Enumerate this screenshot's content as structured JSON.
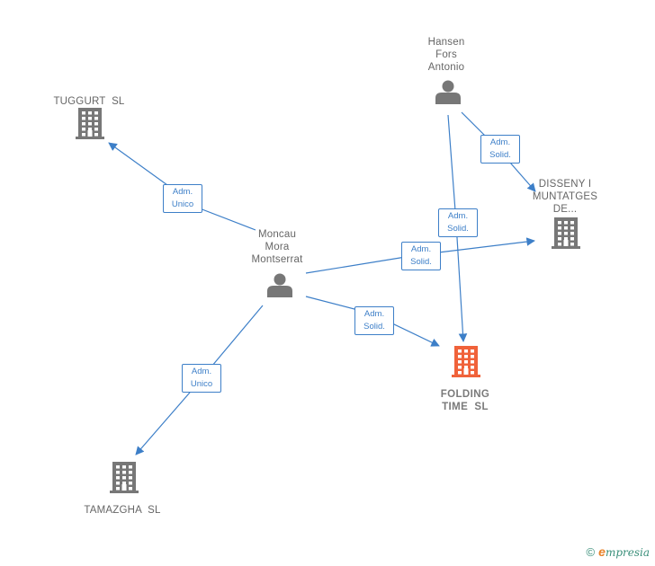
{
  "nodes": [
    {
      "id": "tuggurt",
      "type": "company",
      "label_lines": [
        "TUGGURT  SL"
      ],
      "highlight": false
    },
    {
      "id": "hansen",
      "type": "person",
      "label_lines": [
        "Hansen",
        "Fors",
        "Antonio"
      ],
      "highlight": false
    },
    {
      "id": "disseny",
      "type": "company",
      "label_lines": [
        "DISSENY I",
        "MUNTATGES",
        "DE..."
      ],
      "highlight": false
    },
    {
      "id": "moncau",
      "type": "person",
      "label_lines": [
        "Moncau",
        "Mora",
        "Montserrat"
      ],
      "highlight": false
    },
    {
      "id": "folding",
      "type": "company",
      "label_lines": [
        "FOLDING",
        "TIME  SL"
      ],
      "highlight": true
    },
    {
      "id": "tamazgha",
      "type": "company",
      "label_lines": [
        "TAMAZGHA  SL"
      ],
      "highlight": false
    }
  ],
  "edges": [
    {
      "id": "e1",
      "from": "moncau",
      "to": "tuggurt",
      "label_lines": [
        "Adm.",
        "Unico"
      ]
    },
    {
      "id": "e2",
      "from": "moncau",
      "to": "tamazgha",
      "label_lines": [
        "Adm.",
        "Unico"
      ]
    },
    {
      "id": "e3",
      "from": "moncau",
      "to": "disseny",
      "label_lines": [
        "Adm.",
        "Solid."
      ]
    },
    {
      "id": "e4",
      "from": "moncau",
      "to": "folding",
      "label_lines": [
        "Adm.",
        "Solid."
      ]
    },
    {
      "id": "e5",
      "from": "hansen",
      "to": "disseny",
      "label_lines": [
        "Adm.",
        "Solid."
      ]
    },
    {
      "id": "e6",
      "from": "hansen",
      "to": "folding",
      "label_lines": [
        "Adm.",
        "Solid."
      ]
    }
  ],
  "colors": {
    "edge": "#3d7fc8",
    "node_default": "#777777",
    "node_highlight": "#f0623a"
  },
  "icons": {
    "person": "person-icon",
    "company": "building-icon"
  },
  "footer": {
    "copyright_symbol": "©",
    "brand_initial": "e",
    "brand_rest": "mpresia"
  }
}
